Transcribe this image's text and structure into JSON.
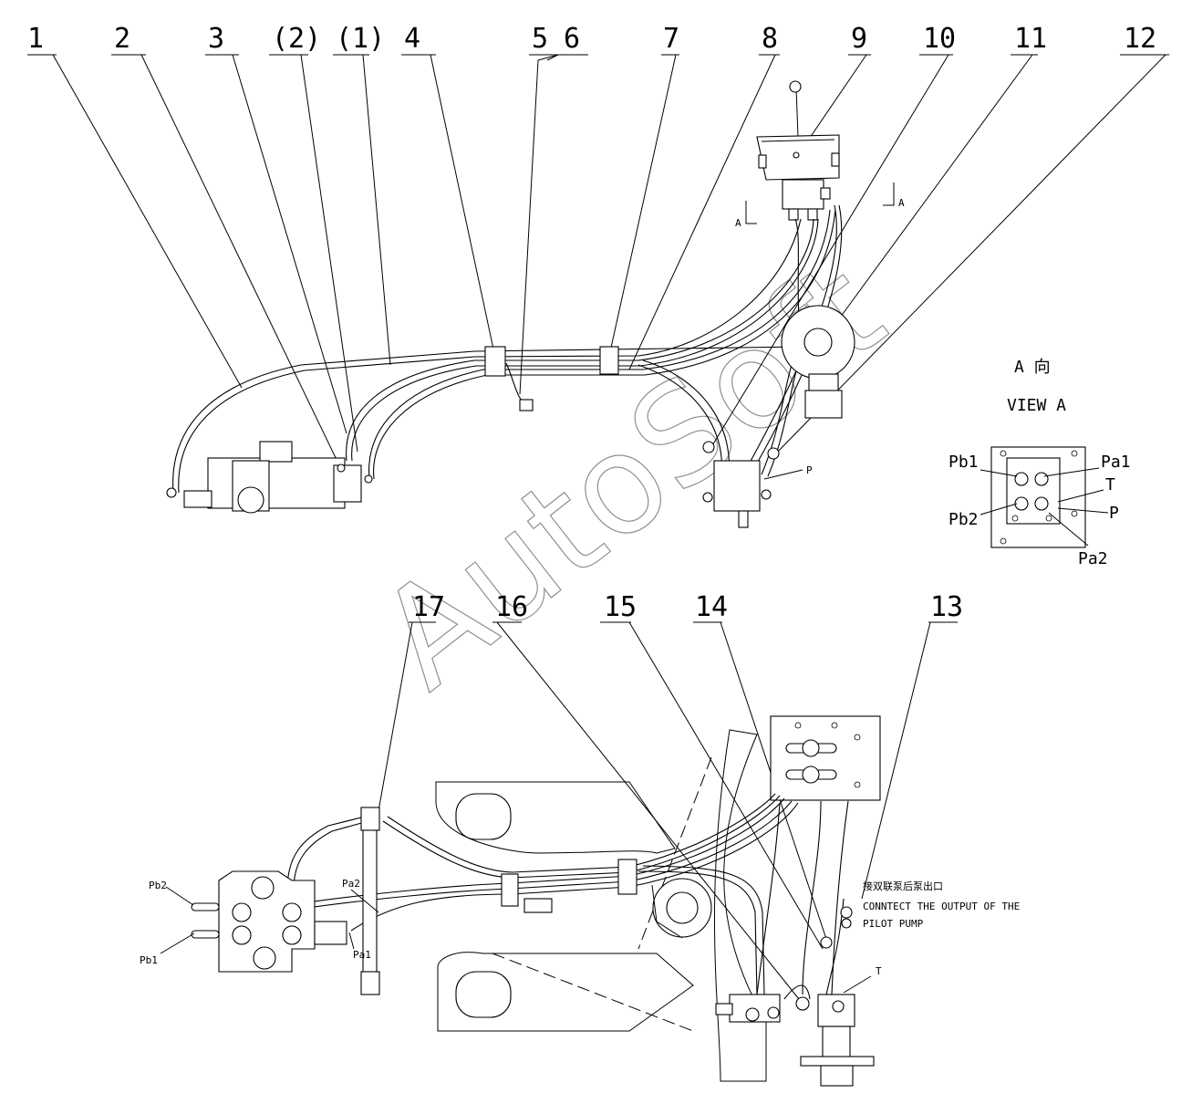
{
  "callouts_top": [
    "1",
    "2",
    "3",
    "(2)",
    "(1)",
    "4",
    "5",
    "6",
    "7",
    "8",
    "9",
    "10",
    "11",
    "12"
  ],
  "callouts_bottom": [
    "17",
    "16",
    "15",
    "14",
    "13"
  ],
  "section_marks": {
    "left": "A",
    "right": "A"
  },
  "view": {
    "title_cn": "A 向",
    "title_en": "VIEW A"
  },
  "port_labels_view": {
    "pb1": "Pb1",
    "pa1": "Pa1",
    "t": "T",
    "pb2": "Pb2",
    "p": "P",
    "pa2": "Pa2"
  },
  "top_p_label": "P",
  "port_labels_bottom": {
    "pb2": "Pb2",
    "pb1": "Pb1",
    "pa2": "Pa2",
    "pa1": "Pa1",
    "t": "T"
  },
  "note": {
    "cn": "接双联泵后泵出口",
    "en_line1": "CONNTECT THE OUTPUT OF THE",
    "en_line2": "PILOT PUMP"
  },
  "watermark": "AutoSoft"
}
